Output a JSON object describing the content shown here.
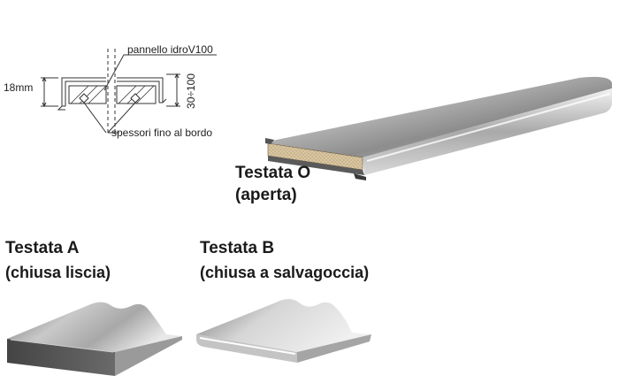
{
  "diagram": {
    "panel_label": "pannello idroV100",
    "height_label": "18mm",
    "depth_label": "30÷100",
    "shims_label": "spessori fino al bordo"
  },
  "profiles": {
    "o": {
      "title": "Testata O",
      "subtitle": "(aperta)"
    },
    "a": {
      "title": "Testata A",
      "subtitle": "(chiusa liscia)"
    },
    "b": {
      "title": "Testata B",
      "subtitle": "(chiusa a salvagoccia)"
    }
  }
}
